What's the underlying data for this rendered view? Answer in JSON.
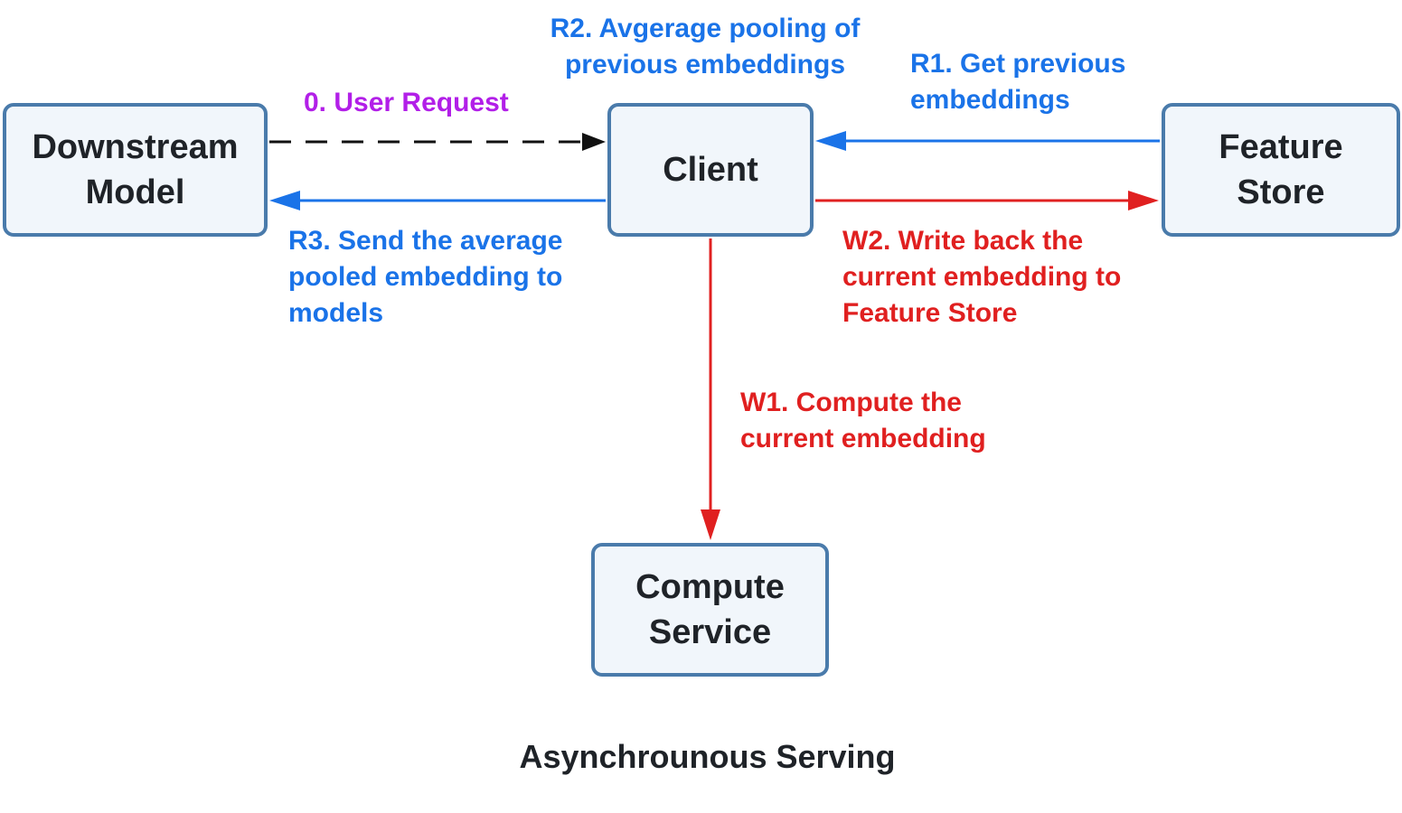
{
  "title": "Asynchrounous Serving",
  "colors": {
    "node_fill": "#f1f6fb",
    "node_border": "#4a7bab",
    "node_text": "#1f2328",
    "read_flow": "#1a73e8",
    "write_flow": "#e02020",
    "request_flow": "#111111",
    "request_label": "#b21fe8",
    "title_text": "#1f2328"
  },
  "nodes": {
    "downstream": "Downstream\nModel",
    "client": "Client",
    "feature_store": "Feature\nStore",
    "compute": "Compute\nService"
  },
  "edges": {
    "user_request": "0. User Request",
    "r1": "R1. Get previous\nembeddings",
    "r2": "R2. Avgerage pooling of\nprevious embeddings",
    "r3": "R3. Send the average\npooled embedding to\nmodels",
    "w1": "W1. Compute the\ncurrent embedding",
    "w2": "W2. Write back the\ncurrent embedding to\nFeature Store"
  }
}
